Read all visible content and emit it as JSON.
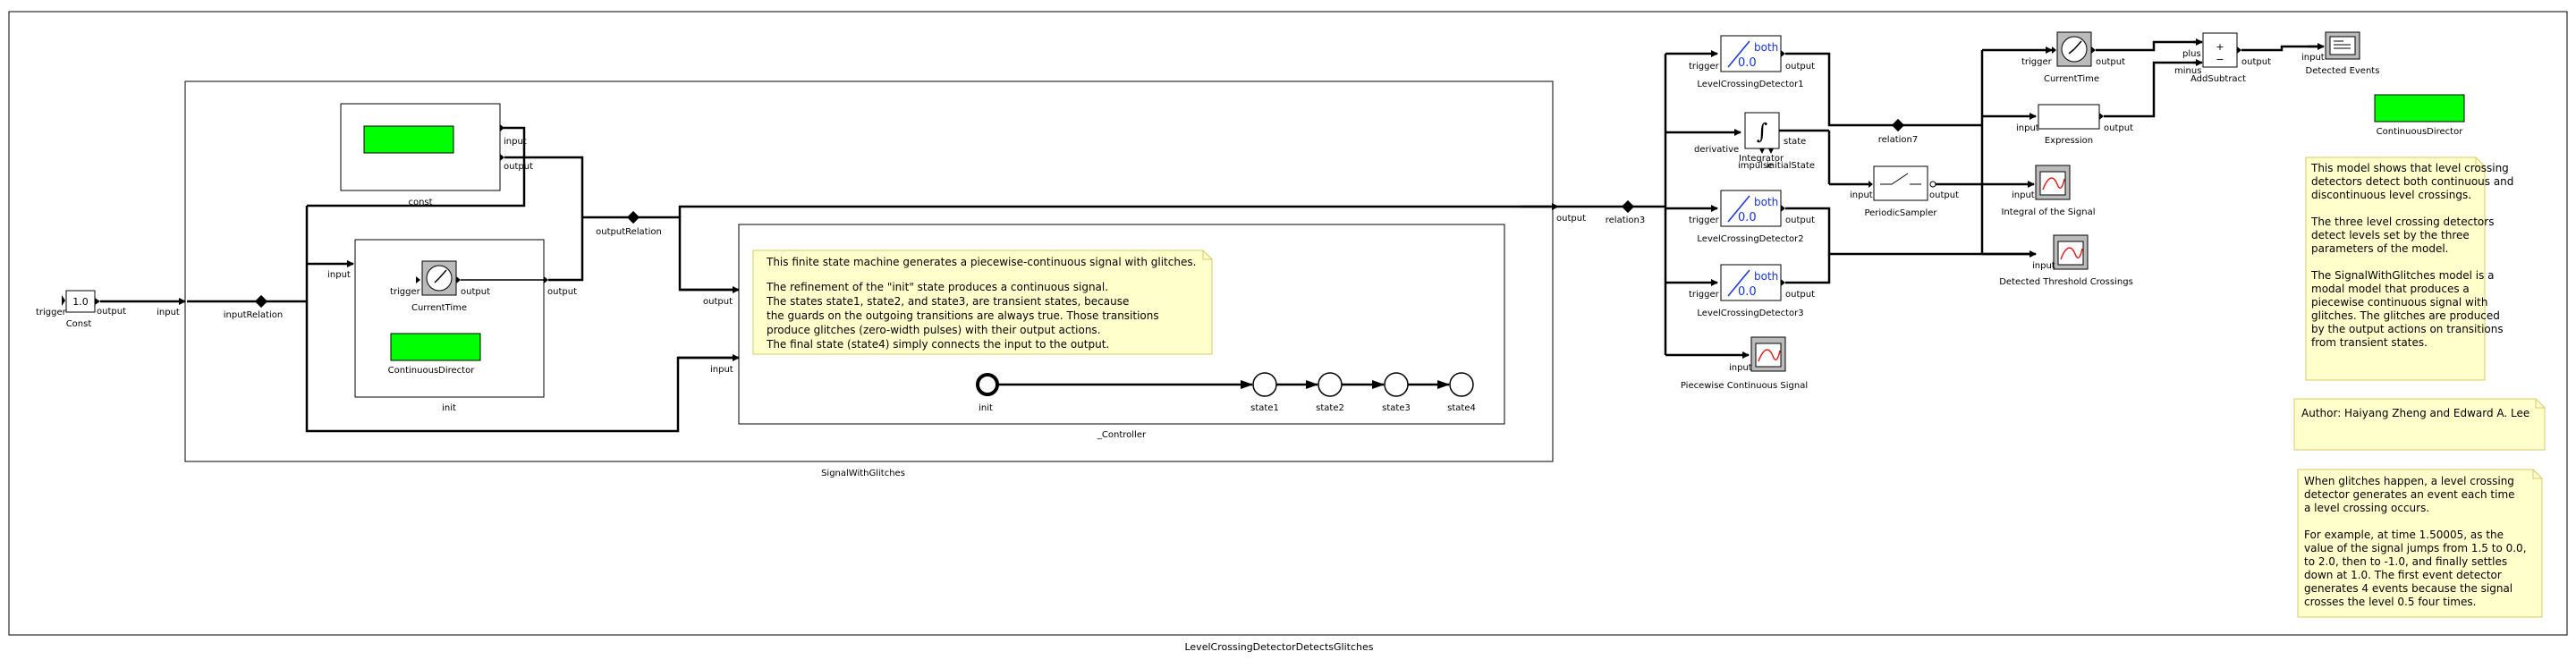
{
  "model": {
    "title": "LevelCrossingDetectorDetectsGlitches"
  },
  "outer": {
    "const_actor": {
      "name": "Const",
      "value": "1.0",
      "trigger": "trigger",
      "output": "output"
    },
    "input_label": "input",
    "input_relation": "inputRelation",
    "composite_name": "SignalWithGlitches",
    "composite_output": "output",
    "relation3": "relation3",
    "relation7": "relation7",
    "director": "ContinuousDirector"
  },
  "inner": {
    "const_block": {
      "name": "const",
      "input": "input",
      "output": "output"
    },
    "init_block": {
      "name": "init",
      "input": "input",
      "output": "output",
      "director": "ContinuousDirector"
    },
    "current_time": {
      "name": "CurrentTime",
      "trigger": "trigger",
      "output": "output"
    },
    "director": "ContinuousDirector",
    "output_relation": "outputRelation",
    "controller": {
      "name": "_Controller",
      "output": "output",
      "input": "input"
    },
    "fsm_note": [
      "This finite state machine generates a piecewise-continuous signal with glitches.",
      "",
      "The refinement of the \"init\" state produces a continuous signal.",
      "The states state1, state2, and state3, are transient states, because",
      "the guards on the outgoing transitions are always true. Those transitions",
      "produce glitches (zero-width pulses) with their output actions.",
      "The final state (state4) simply connects the input to the output."
    ],
    "states": [
      "init",
      "state1",
      "state2",
      "state3",
      "state4"
    ]
  },
  "right": {
    "lcd1": {
      "name": "LevelCrossingDetector1",
      "mode": "both",
      "level": "0.0",
      "trigger": "trigger",
      "output": "output"
    },
    "lcd2": {
      "name": "LevelCrossingDetector2",
      "mode": "both",
      "level": "0.0",
      "trigger": "trigger",
      "output": "output"
    },
    "lcd3": {
      "name": "LevelCrossingDetector3",
      "mode": "both",
      "level": "0.0",
      "trigger": "trigger",
      "output": "output"
    },
    "integrator": {
      "name_a": "Integrator",
      "name_b": "impulse",
      "derivative": "derivative",
      "state": "state",
      "initialState": "initialState",
      "symbol": "∫"
    },
    "sampler": {
      "name": "PeriodicSampler",
      "input": "input",
      "output": "output"
    },
    "current_time": {
      "name": "CurrentTime",
      "trigger": "trigger",
      "output": "output"
    },
    "expression": {
      "name": "Expression",
      "input": "input",
      "output": "output"
    },
    "add_subtract": {
      "name": "AddSubtract",
      "plus": "plus",
      "minus": "minus",
      "output": "output",
      "symbol_plus": "+",
      "symbol_minus": "−"
    },
    "detected_events": {
      "name": "Detected Events",
      "input": "input"
    },
    "integral_plot": {
      "name": "Integral of the Signal",
      "input": "input"
    },
    "threshold_plot": {
      "name": "Detected Threshold Crossings",
      "input": "input"
    },
    "signal_plot": {
      "name": "Piecewise Continuous Signal",
      "input": "input"
    },
    "director": "ContinuousDirector"
  },
  "notes": {
    "note1": [
      "This model shows that level crossing",
      "detectors detect both continuous and",
      "discontinuous level crossings.",
      "",
      "The three level crossing detectors",
      "detect levels set by the three",
      "parameters of the model.",
      "",
      "The SignalWithGlitches model is a",
      "modal model that produces a",
      "piecewise continuous signal with",
      "glitches. The glitches are produced",
      "by the output actions on transitions",
      "from transient states."
    ],
    "note2": [
      "Author: Haiyang Zheng and Edward A. Lee"
    ],
    "note3": [
      "When glitches happen, a level crossing",
      "detector generates an event each time",
      "a level crossing occurs.",
      "",
      "For example, at time 1.50005, as the",
      "value of the signal jumps from 1.5 to 0.0,",
      "to 2.0, then to -1.0, and finally settles",
      "down at 1.0. The first event detector",
      "generates 4 events because the signal",
      "crosses the level 0.5 four times."
    ]
  },
  "colors": {
    "director": "#00ff00",
    "note_fill": "#ffffcc",
    "param_text": "#1a35d6"
  }
}
